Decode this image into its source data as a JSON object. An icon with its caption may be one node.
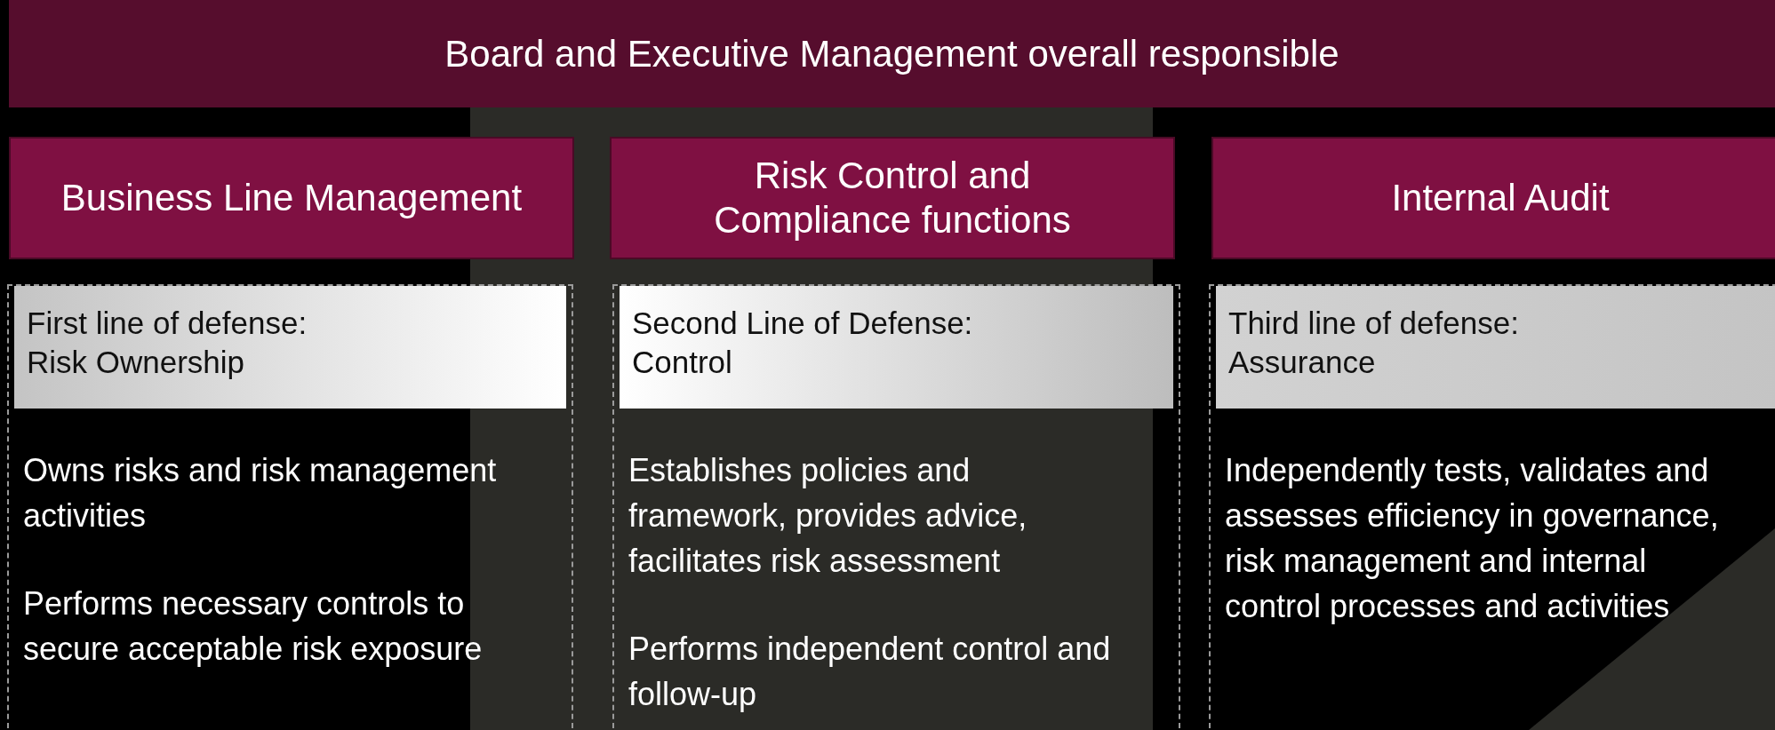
{
  "diagram": {
    "nodes": [
      {
        "text": [
          "Board and Executive Management overall responsible"
        ]
      },
      {
        "text": [
          "Business Line Management"
        ]
      },
      {
        "text": [
          "Risk Control and Compliance functions"
        ]
      },
      {
        "text": [
          "Internal Audit"
        ]
      },
      {
        "text": [
          "Owns risks and risk management activities",
          "Performs necessary controls to secure acceptable risk exposure"
        ]
      },
      {
        "text": [
          "First line of defense:",
          "Risk Ownership"
        ],
        "in": 4
      },
      {
        "text": [
          "Establishes policies and framework, provides advice, facilitates risk assessment",
          "Performs independent control and follow-up"
        ]
      },
      {
        "text": [
          "Second Line of Defense:",
          "Control"
        ],
        "in": 6
      },
      {
        "text": [
          "Independently tests, validates and assesses efficiency in governance, risk management and internal control processes and activities"
        ]
      },
      {
        "text": [
          "Third line of defense:",
          "Assurance"
        ],
        "in": 8
      }
    ]
  }
}
